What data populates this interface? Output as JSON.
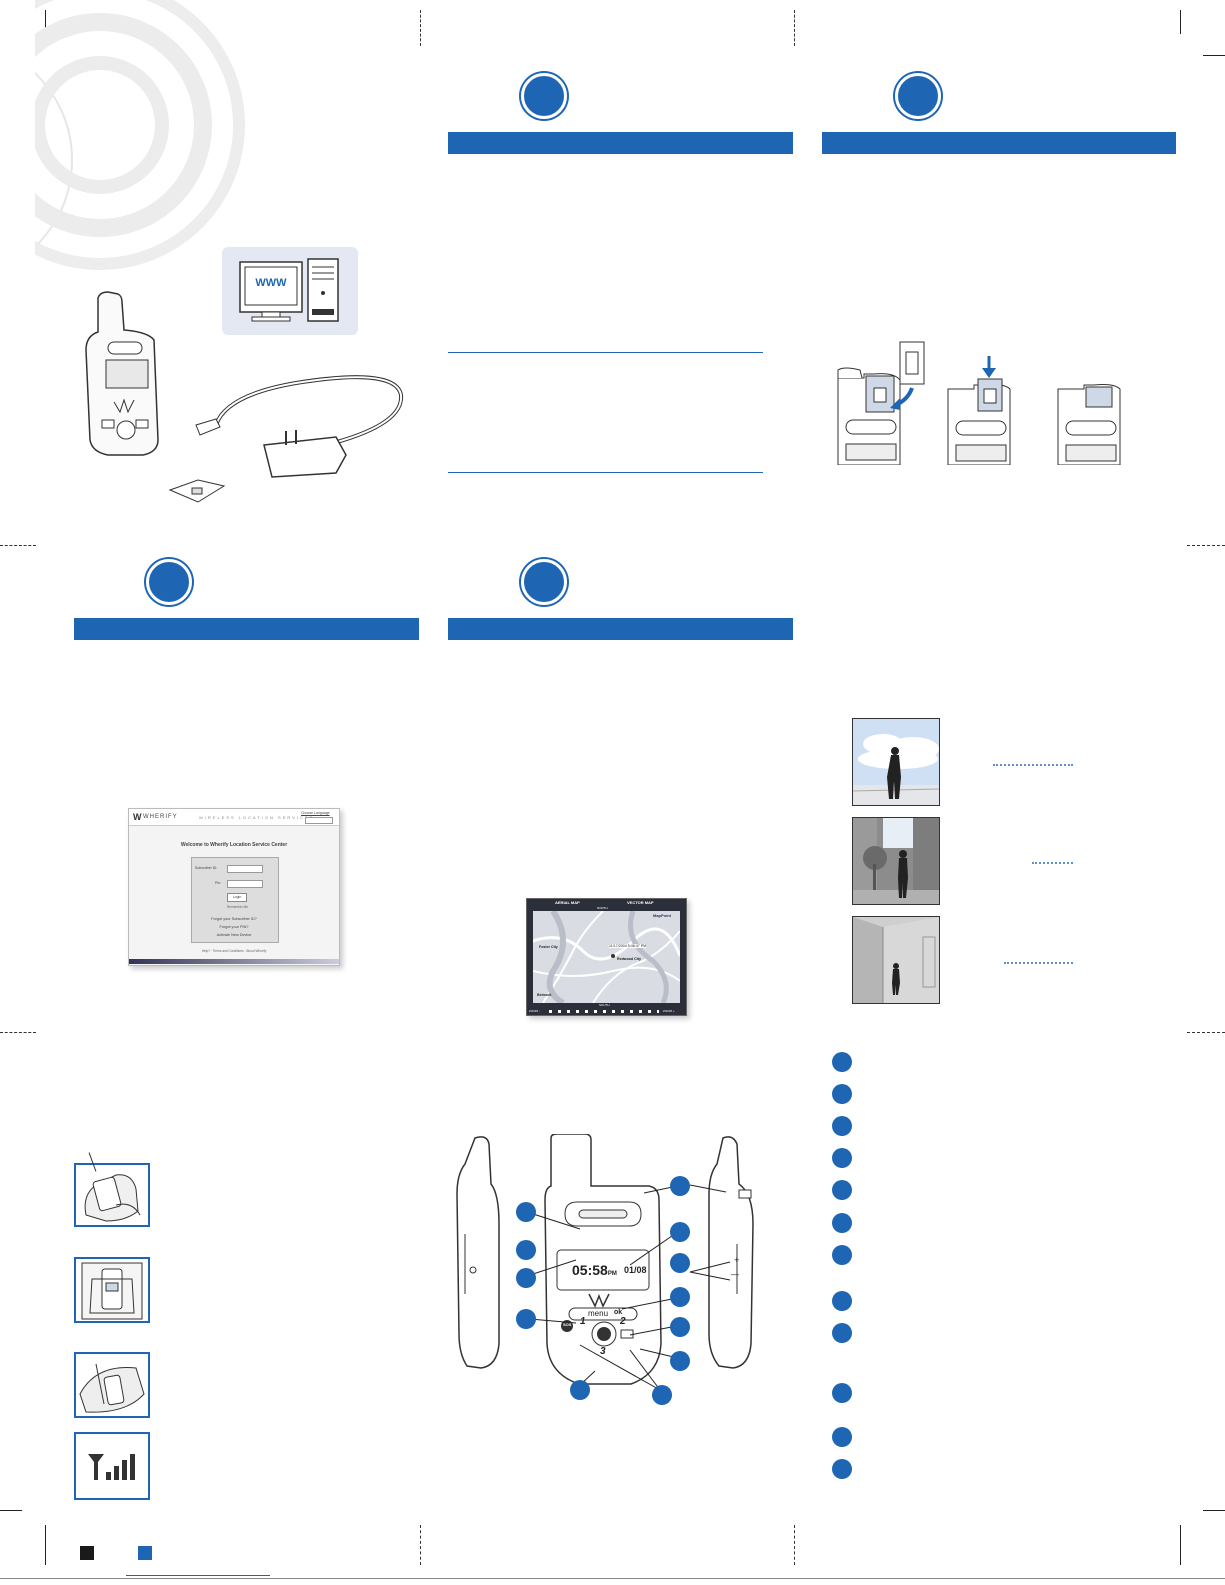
{
  "page": {
    "footer_link_text": ""
  },
  "computer_illustration": {
    "screen_text": "WWW"
  },
  "login_screenshot": {
    "brand": "WHERIFY",
    "tagline": "WIRELESS LOCATION SERVICES",
    "top_right_link": "Choose Language",
    "welcome": "Welcome to Wherify Location Service Center",
    "subscriber_label": "Subscriber ID:",
    "pin_label": "Pin:",
    "login_button": "Login",
    "remember_me": "Remember Me",
    "forgot_id": "Forgot your Subscriber ID?",
    "forgot_pin": "Forgot your PIN?",
    "activate": "Activate New Device",
    "footer": "Help? · Terms and Conditions · About Wherify"
  },
  "map_screenshot": {
    "tab_aerial": "AERIAL MAP",
    "tab_vector": "VECTOR MAP",
    "north": "NORTH",
    "south": "SOUTH",
    "west": "WEST",
    "east": "EAST",
    "logo": "MapPoint",
    "city1": "Foster City",
    "city2": "Redwood City",
    "city3": "Belmont",
    "timestamp": "11/17/2004 5:48:47 PM",
    "zoom_left": "ZOOM -",
    "zoom_right": "ZOOM +"
  },
  "device_screen": {
    "time": "05:58",
    "ampm": "PM",
    "date": "01/08",
    "menu_label": "menu",
    "ok_label": "ok",
    "key1": "1",
    "key2": "2",
    "key3": "3",
    "sos_label": "SOS",
    "plus": "+",
    "minus": "—"
  }
}
